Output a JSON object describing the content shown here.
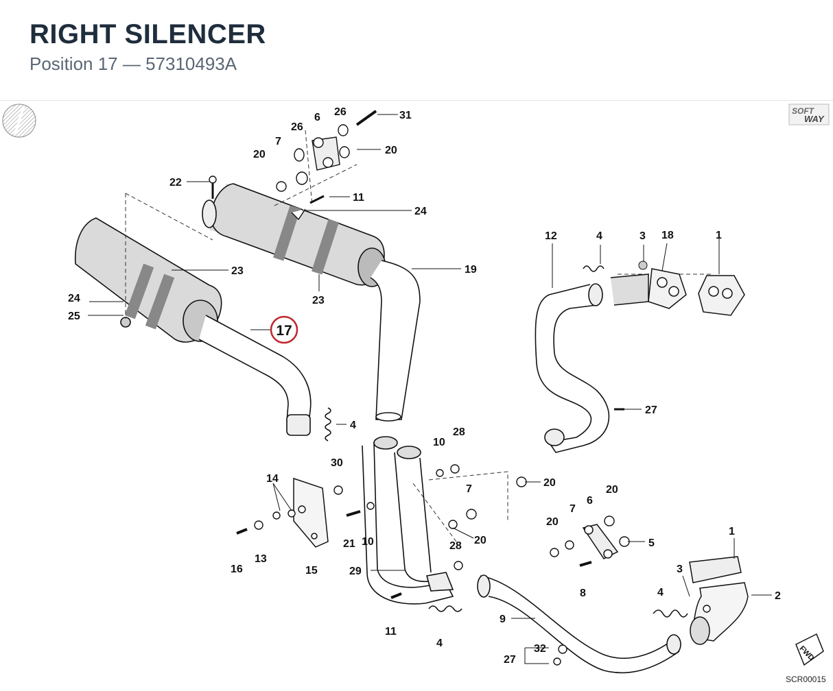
{
  "header": {
    "title": "RIGHT SILENCER",
    "subtitle": "Position 17  —  57310493A"
  },
  "brand": {
    "line1": "SOFT",
    "line2": "WAY"
  },
  "footer": {
    "drawing_code": "SCR00015",
    "fwd_label": "FWD"
  },
  "highlight": {
    "label": "17",
    "color": "#c0262d"
  },
  "callouts": [
    "31",
    "26",
    "6",
    "26",
    "7",
    "20",
    "20",
    "22",
    "11",
    "24",
    "23",
    "23",
    "24",
    "25",
    "19",
    "12",
    "4",
    "3",
    "18",
    "1",
    "27",
    "4",
    "28",
    "10",
    "30",
    "14",
    "20",
    "7",
    "13",
    "16",
    "21",
    "10",
    "15",
    "20",
    "6",
    "20",
    "7",
    "20",
    "5",
    "28",
    "29",
    "8",
    "1",
    "3",
    "2",
    "11",
    "4",
    "9",
    "4",
    "32",
    "27"
  ]
}
